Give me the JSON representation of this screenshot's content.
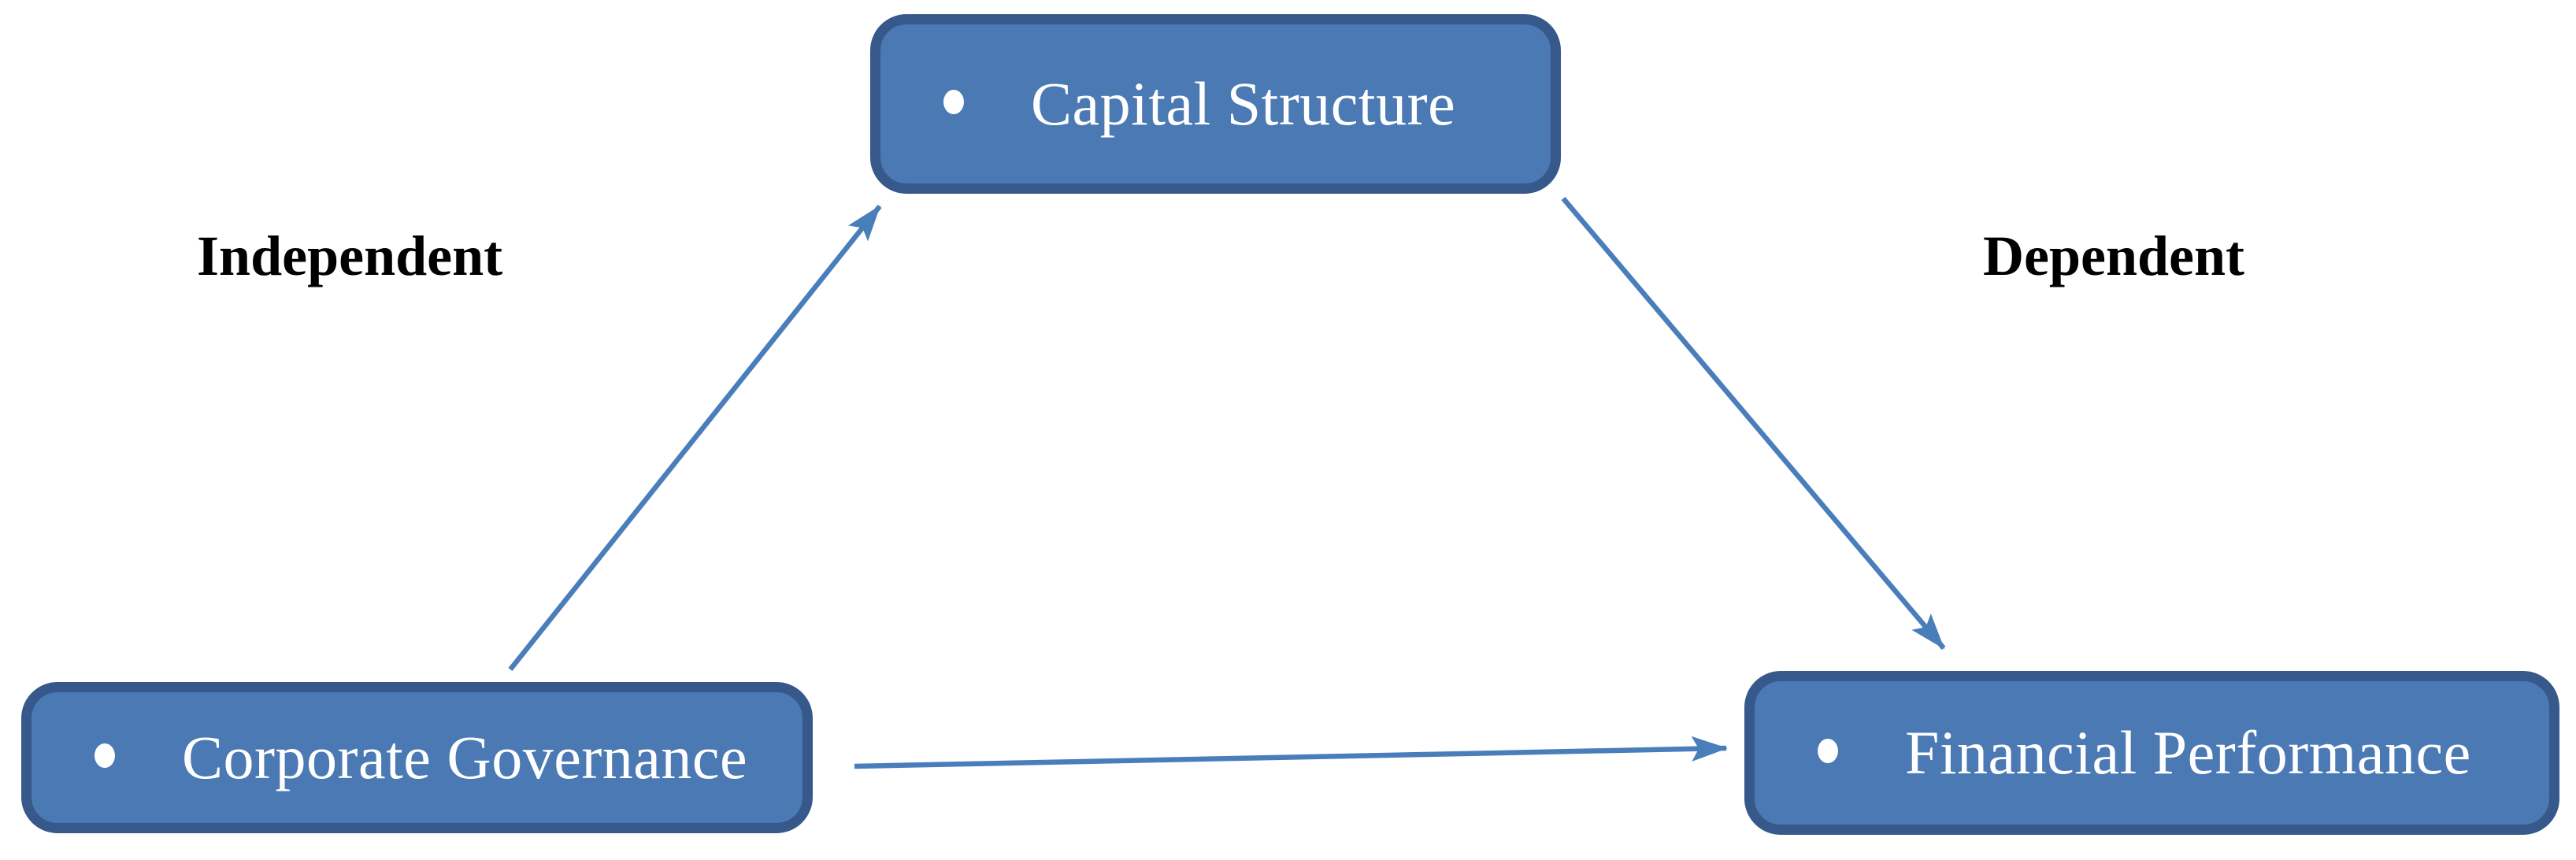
{
  "diagram": {
    "title_none_visible": "",
    "annotations": {
      "left_label": "Independent",
      "right_label": "Dependent"
    },
    "nodes": {
      "capital_structure": {
        "label": "Capital Structure"
      },
      "corporate_governance": {
        "label": "Corporate Governance"
      },
      "financial_performance": {
        "label": "Financial Performance"
      }
    },
    "edges": [
      {
        "from": "corporate_governance",
        "to": "capital_structure",
        "style": "arrow"
      },
      {
        "from": "capital_structure",
        "to": "financial_performance",
        "style": "arrow"
      },
      {
        "from": "corporate_governance",
        "to": "financial_performance",
        "style": "arrow"
      }
    ],
    "icons": {
      "bullet": "white-oval-bullet"
    },
    "colors": {
      "node_fill": "#4b79b4",
      "node_border": "#36588a",
      "node_text": "#ffffff",
      "arrow": "#4a7ebb",
      "annotation_text": "#000000",
      "background": "#ffffff"
    }
  }
}
